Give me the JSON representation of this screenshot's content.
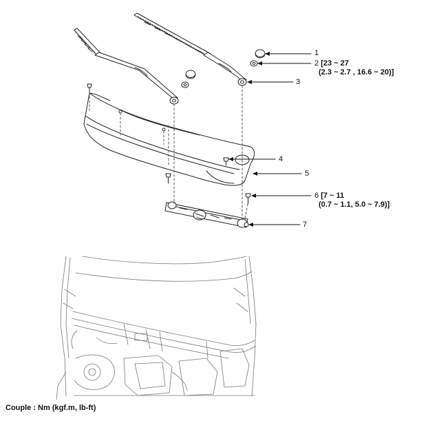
{
  "callouts": [
    {
      "num": "1",
      "spec1": "",
      "spec2": ""
    },
    {
      "num": "2",
      "spec1": "[23 ~ 27",
      "spec2": "(2.3 ~ 2.7 , 16.6 ~ 20)]"
    },
    {
      "num": "3",
      "spec1": "",
      "spec2": ""
    },
    {
      "num": "4",
      "spec1": "",
      "spec2": ""
    },
    {
      "num": "5",
      "spec1": "",
      "spec2": ""
    },
    {
      "num": "6",
      "spec1": "[7 ~ 11",
      "spec2": "(0.7 ~ 1.1, 5.0 ~ 7.9)]"
    },
    {
      "num": "7",
      "spec1": "",
      "spec2": ""
    }
  ],
  "caption": "Couple : Nm (kgf.m, lb-ft)"
}
